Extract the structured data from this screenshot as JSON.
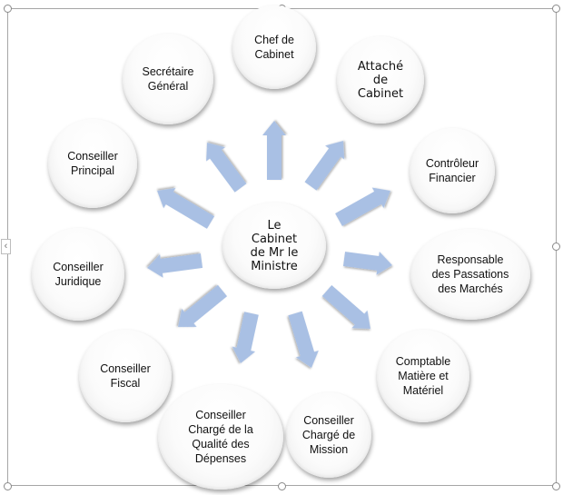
{
  "diagram": {
    "type": "radial-org-chart",
    "center": {
      "label": "Le\nCabinet\nde Mr le\nMinistre"
    },
    "arrow_color": "#a9c0e4",
    "nodes": [
      {
        "id": "chef",
        "label": "Chef de\nCabinet"
      },
      {
        "id": "attache",
        "label": "Attaché\nde\nCabinet"
      },
      {
        "id": "controleur",
        "label": "Contrôleur\nFinancier"
      },
      {
        "id": "responsable",
        "label": "Responsable\ndes Passations\ndes Marchés"
      },
      {
        "id": "comptable",
        "label": "Comptable\nMatière et\nMatériel"
      },
      {
        "id": "mission",
        "label": "Conseiller\nChargé de\nMission"
      },
      {
        "id": "qualite",
        "label": "Conseiller\nChargé de la\nQualité des\nDépenses"
      },
      {
        "id": "fiscal",
        "label": "Conseiller\nFiscal"
      },
      {
        "id": "juridique",
        "label": "Conseiller\nJuridique"
      },
      {
        "id": "principal",
        "label": "Conseiller\nPrincipal"
      },
      {
        "id": "secretaire",
        "label": "Secrétaire\nGénéral"
      }
    ]
  },
  "editor": {
    "collapse_glyph": "‹"
  }
}
